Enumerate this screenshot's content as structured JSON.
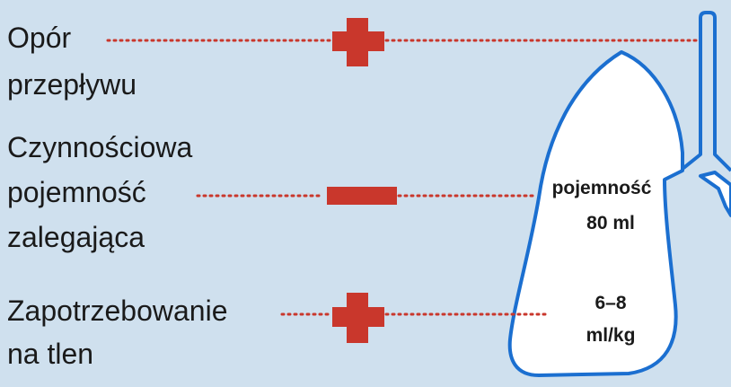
{
  "colors": {
    "background": "#cfe0ee",
    "accent_red": "#c9372c",
    "outline_blue": "#1b6fd0",
    "lung_fill": "#ffffff"
  },
  "rows": [
    {
      "lines": [
        "Opór",
        "przepływu"
      ],
      "sign": "plus"
    },
    {
      "lines": [
        "Czynnościowa",
        "pojemność",
        "zalegająca"
      ],
      "sign": "minus"
    },
    {
      "lines": [
        "Zapotrzebowanie",
        "na tlen"
      ],
      "sign": "plus"
    }
  ],
  "lung": {
    "capacity_label": "pojemność",
    "capacity_value": "80 ml",
    "oxygen_value_line1": "6–8",
    "oxygen_value_line2": "ml/kg"
  }
}
